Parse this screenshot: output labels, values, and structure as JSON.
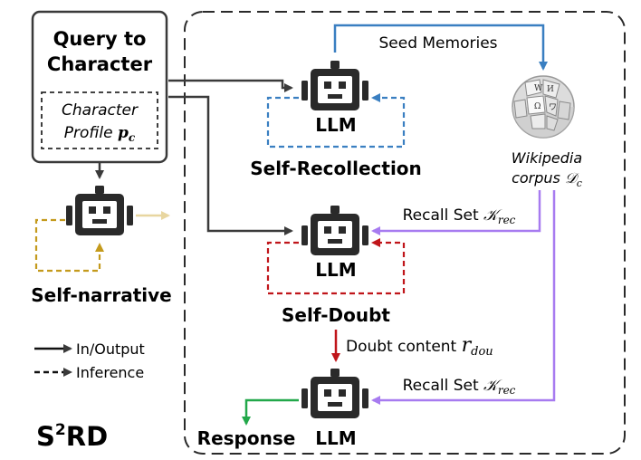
{
  "query_box": {
    "line1": "Query to",
    "line2": "Character",
    "profile_line1": "Character",
    "profile_line2_text": "Profile ",
    "profile_symbol": "p",
    "profile_sub": "c"
  },
  "self_narrative": {
    "label": "Self-narrative"
  },
  "legend": {
    "in_out": "In/Output",
    "inference": "Inference"
  },
  "brand": {
    "prefix": "S",
    "sup": "2",
    "suffix": "RD"
  },
  "modules": {
    "llm_label": "LLM",
    "self_recollection": "Self-Recollection",
    "self_doubt": "Self-Doubt",
    "response": "Response"
  },
  "edges": {
    "seed_memories": "Seed Memories",
    "recall_set_text": "Recall Set ",
    "recall_symbol": "𝒦",
    "recall_sub": "rec",
    "doubt_text": "Doubt content ",
    "doubt_symbol": "r",
    "doubt_sub": "dou"
  },
  "wiki": {
    "line1": "Wikipedia",
    "line2_text": "corpus ",
    "corpus_symbol": "𝒟",
    "corpus_sub": "c"
  },
  "colors": {
    "black": "#3a3a3a",
    "blue": "#3a7fc1",
    "purple": "#a77bf0",
    "red": "#c0151a",
    "green": "#22a84a",
    "gold": "#c49a1c",
    "gold_light": "#e8d6a0",
    "robot": "#2a2a2a"
  }
}
